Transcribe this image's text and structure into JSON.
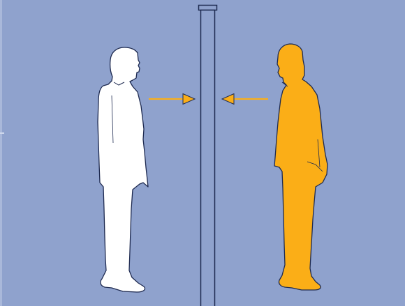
{
  "scene": {
    "background_color": "#8fa2cd",
    "line_color": "#1e2a50",
    "left_figure": {
      "icon": "person-silhouette-icon",
      "fill": "#ffffff",
      "facing": "right"
    },
    "right_figure": {
      "icon": "person-silhouette-icon",
      "fill": "#fbae17",
      "facing": "left"
    },
    "divider": {
      "icon": "vertical-barrier",
      "fill": "#8fa2cd"
    },
    "arrows": [
      {
        "name": "arrow-right-icon",
        "direction": "right",
        "color": "#fbae17"
      },
      {
        "name": "arrow-left-icon",
        "direction": "left",
        "color": "#fbae17"
      }
    ]
  }
}
